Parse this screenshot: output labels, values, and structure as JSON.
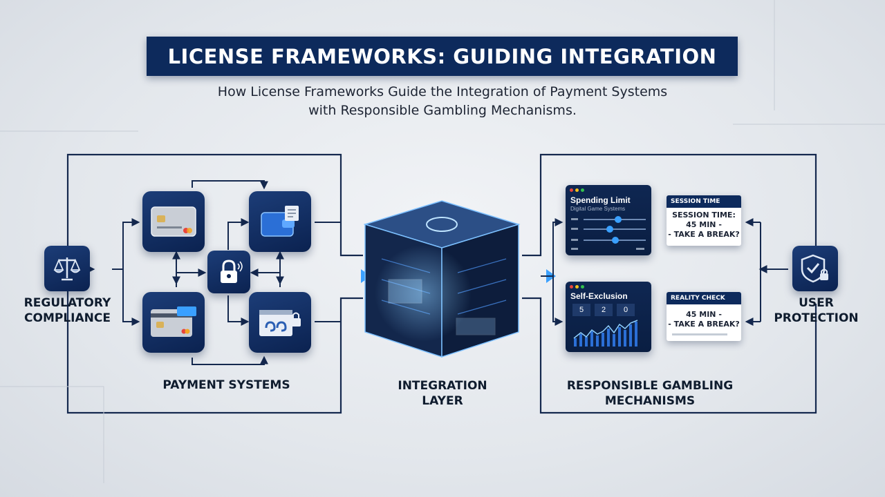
{
  "title": "LICENSE FRAMEWORKS: GUIDING INTEGRATION",
  "subtitle": {
    "line1": "How License Frameworks Guide the Integration of Payment Systems",
    "line2": "with Responsible Gambling Mechanisms."
  },
  "left": {
    "label_line1": "REGULATORY",
    "label_line2": "COMPLIANCE",
    "icon": "scales-icon"
  },
  "payment": {
    "label": "PAYMENT SYSTEMS",
    "icons": [
      "credit-card-icon",
      "wallet-icon",
      "lock-icon",
      "card-terminal-icon",
      "secure-browser-icon"
    ]
  },
  "integration": {
    "label_line1": "INTEGRATION",
    "label_line2": "LAYER"
  },
  "responsible": {
    "label_line1": "RESPONSIBLE GAMBLING",
    "label_line2": "MECHANISMS",
    "spending": {
      "title": "Spending Limit",
      "subtitle": "Digital Game Systems"
    },
    "session": {
      "header": "SESSION TIME",
      "line1": "SESSION TIME:",
      "line2": "45 MIN -",
      "line3": "- TAKE A BREAK?"
    },
    "exclusion": {
      "title": "Self-Exclusion",
      "digits": [
        "5",
        "2",
        "0"
      ]
    },
    "reality": {
      "header": "REALITY CHECK",
      "line1": "45 MIN -",
      "line2": "- TAKE A BREAK?"
    }
  },
  "right": {
    "label_line1": "USER",
    "label_line2": "PROTECTION",
    "icon": "shield-lock-icon"
  },
  "colors": {
    "navy": "#0d2a5c",
    "accent": "#3aa0ff",
    "line": "#14284e"
  }
}
